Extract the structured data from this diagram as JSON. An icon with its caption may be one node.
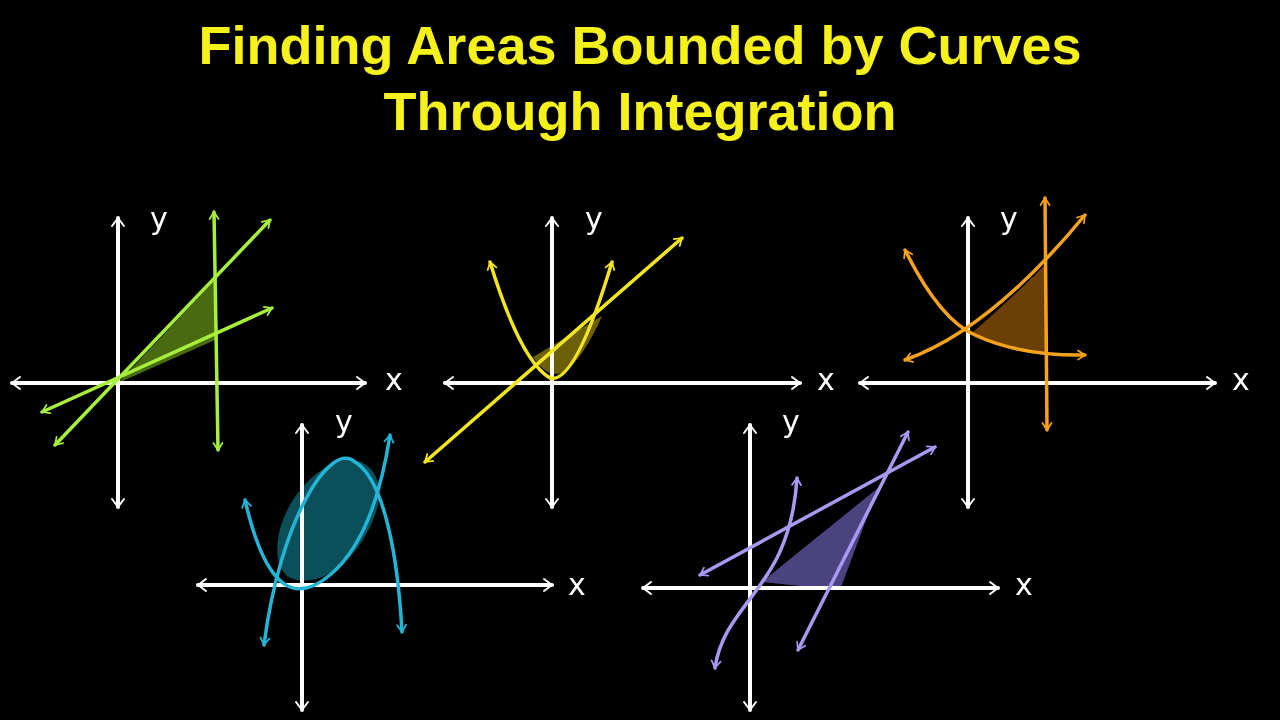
{
  "diagram": {
    "title": "Finding Areas Bounded by Curves Through Integration",
    "labels": [
      "y",
      "x",
      "y",
      "x",
      "y",
      "x",
      "y",
      "x",
      "y",
      "x"
    ]
  }
}
